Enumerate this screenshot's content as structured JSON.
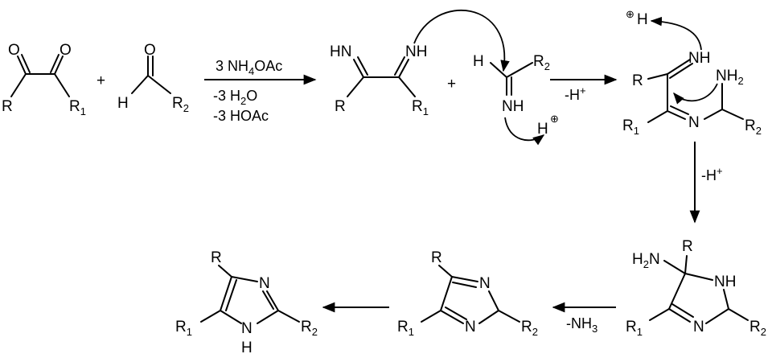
{
  "reaction": {
    "reagent_1": {
      "substituents": {
        "left": "R",
        "right": "R1",
        "right_sub": "1"
      },
      "carbonyl_o": "O"
    },
    "plus": "+",
    "reagent_2": {
      "h": "H",
      "r": "R",
      "r_sub": "2",
      "carbonyl_o": "O"
    },
    "step1": {
      "conditions": [
        {
          "text": "3 NH",
          "sub": "4",
          "rest": "OAc"
        },
        {
          "text": "-3 H",
          "sub": "2",
          "rest": "O"
        },
        {
          "text": "-3 HOAc",
          "sub": "",
          "rest": ""
        }
      ]
    },
    "diimine": {
      "imine_left": "HN",
      "imine_right": "NH",
      "r": "R",
      "r1": "R",
      "r1_sub": "1"
    },
    "aldimine": {
      "h": "H",
      "r": "R",
      "r_sub": "2",
      "nh": "NH",
      "proton": "H",
      "plus_symbol": "⊕"
    },
    "step2": {
      "label": "-H",
      "sup": "+"
    },
    "intermediate_a": {
      "proton": "H",
      "plus_symbol": "⊕",
      "r": "R",
      "nh": "NH",
      "nh2": "NH",
      "nh2_sub": "2",
      "r1": "R",
      "r1_sub": "1",
      "n": "N",
      "r2": "R",
      "r2_sub": "2"
    },
    "step3": {
      "label": "-H",
      "sup": "+"
    },
    "intermediate_b": {
      "h2n": "H",
      "h2n_sub": "2",
      "h2n_rest": "N",
      "r": "R",
      "nh": "NH",
      "r1": "R",
      "r1_sub": "1",
      "n": "N",
      "r2": "R",
      "r2_sub": "2"
    },
    "step4": {
      "label": "-NH",
      "sub": "3"
    },
    "isoimidazole": {
      "r": "R",
      "n_top": "N",
      "r1": "R",
      "r1_sub": "1",
      "n_bottom": "N",
      "r2": "R",
      "r2_sub": "2"
    },
    "imidazole": {
      "r": "R",
      "n_top": "N",
      "r1": "R",
      "r1_sub": "1",
      "nh_n": "N",
      "nh_h": "H",
      "r2": "R",
      "r2_sub": "2"
    }
  }
}
